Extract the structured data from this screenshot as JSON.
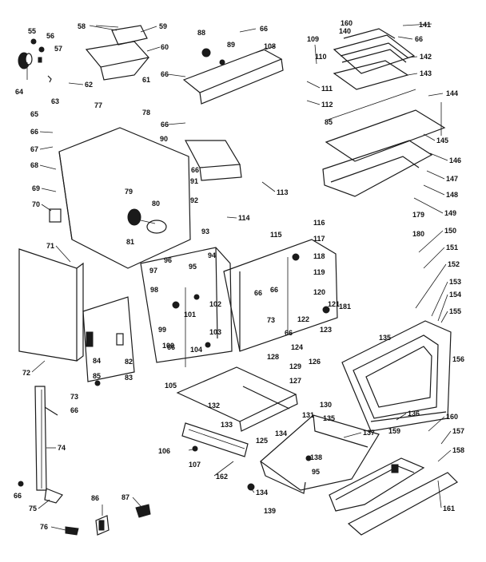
{
  "diagram": {
    "colors": {
      "ink": "#1a1a1a",
      "paper": "#ffffff"
    },
    "callouts": [
      {
        "id": "c55",
        "text": "55"
      },
      {
        "id": "c56",
        "text": "56"
      },
      {
        "id": "c57",
        "text": "57"
      },
      {
        "id": "c58",
        "text": "58"
      },
      {
        "id": "c59",
        "text": "59"
      },
      {
        "id": "c60",
        "text": "60"
      },
      {
        "id": "c61",
        "text": "61"
      },
      {
        "id": "c62",
        "text": "62"
      },
      {
        "id": "c63",
        "text": "63"
      },
      {
        "id": "c64",
        "text": "64"
      },
      {
        "id": "c65",
        "text": "65"
      },
      {
        "id": "c66a",
        "text": "66"
      },
      {
        "id": "c66b",
        "text": "66"
      },
      {
        "id": "c66c",
        "text": "66"
      },
      {
        "id": "c66d",
        "text": "66"
      },
      {
        "id": "c66e",
        "text": "66"
      },
      {
        "id": "c66f",
        "text": "66"
      },
      {
        "id": "c66g",
        "text": "66"
      },
      {
        "id": "c66h",
        "text": "66"
      },
      {
        "id": "c66i",
        "text": "66"
      },
      {
        "id": "c66j",
        "text": "66"
      },
      {
        "id": "c66k",
        "text": "66"
      },
      {
        "id": "c66l",
        "text": "66"
      },
      {
        "id": "c67",
        "text": "67"
      },
      {
        "id": "c68",
        "text": "68"
      },
      {
        "id": "c69",
        "text": "69"
      },
      {
        "id": "c70",
        "text": "70"
      },
      {
        "id": "c71",
        "text": "71"
      },
      {
        "id": "c72",
        "text": "72"
      },
      {
        "id": "c73a",
        "text": "73"
      },
      {
        "id": "c73b",
        "text": "73"
      },
      {
        "id": "c74",
        "text": "74"
      },
      {
        "id": "c75",
        "text": "75"
      },
      {
        "id": "c76",
        "text": "76"
      },
      {
        "id": "c77",
        "text": "77"
      },
      {
        "id": "c78",
        "text": "78"
      },
      {
        "id": "c79",
        "text": "79"
      },
      {
        "id": "c80",
        "text": "80"
      },
      {
        "id": "c81",
        "text": "81"
      },
      {
        "id": "c82",
        "text": "82"
      },
      {
        "id": "c83",
        "text": "83"
      },
      {
        "id": "c84",
        "text": "84"
      },
      {
        "id": "c85a",
        "text": "85"
      },
      {
        "id": "c85b",
        "text": "85"
      },
      {
        "id": "c86",
        "text": "86"
      },
      {
        "id": "c87",
        "text": "87"
      },
      {
        "id": "c88",
        "text": "88"
      },
      {
        "id": "c89",
        "text": "89"
      },
      {
        "id": "c90",
        "text": "90"
      },
      {
        "id": "c91",
        "text": "91"
      },
      {
        "id": "c92",
        "text": "92"
      },
      {
        "id": "c93",
        "text": "93"
      },
      {
        "id": "c94",
        "text": "94"
      },
      {
        "id": "c95a",
        "text": "95"
      },
      {
        "id": "c95b",
        "text": "95"
      },
      {
        "id": "c96",
        "text": "96"
      },
      {
        "id": "c97",
        "text": "97"
      },
      {
        "id": "c98",
        "text": "98"
      },
      {
        "id": "c99",
        "text": "99"
      },
      {
        "id": "c100",
        "text": "100"
      },
      {
        "id": "c101",
        "text": "101"
      },
      {
        "id": "c102",
        "text": "102"
      },
      {
        "id": "c103",
        "text": "103"
      },
      {
        "id": "c104",
        "text": "104"
      },
      {
        "id": "c105",
        "text": "105"
      },
      {
        "id": "c106",
        "text": "106"
      },
      {
        "id": "c107",
        "text": "107"
      },
      {
        "id": "c108",
        "text": "108"
      },
      {
        "id": "c109",
        "text": "109"
      },
      {
        "id": "c110",
        "text": "110"
      },
      {
        "id": "c111",
        "text": "111"
      },
      {
        "id": "c112",
        "text": "112"
      },
      {
        "id": "c113",
        "text": "113"
      },
      {
        "id": "c114",
        "text": "114"
      },
      {
        "id": "c115",
        "text": "115"
      },
      {
        "id": "c116",
        "text": "116"
      },
      {
        "id": "c117",
        "text": "117"
      },
      {
        "id": "c118",
        "text": "118"
      },
      {
        "id": "c119",
        "text": "119"
      },
      {
        "id": "c120",
        "text": "120"
      },
      {
        "id": "c121",
        "text": "121"
      },
      {
        "id": "c122",
        "text": "122"
      },
      {
        "id": "c123",
        "text": "123"
      },
      {
        "id": "c124",
        "text": "124"
      },
      {
        "id": "c125",
        "text": "125"
      },
      {
        "id": "c126",
        "text": "126"
      },
      {
        "id": "c127",
        "text": "127"
      },
      {
        "id": "c128",
        "text": "128"
      },
      {
        "id": "c129",
        "text": "129"
      },
      {
        "id": "c130",
        "text": "130"
      },
      {
        "id": "c131",
        "text": "131"
      },
      {
        "id": "c132",
        "text": "132"
      },
      {
        "id": "c133",
        "text": "133"
      },
      {
        "id": "c134a",
        "text": "134"
      },
      {
        "id": "c134b",
        "text": "134"
      },
      {
        "id": "c135a",
        "text": "135"
      },
      {
        "id": "c135b",
        "text": "135"
      },
      {
        "id": "c136",
        "text": "136"
      },
      {
        "id": "c137",
        "text": "137"
      },
      {
        "id": "c138",
        "text": "138"
      },
      {
        "id": "c139",
        "text": "139"
      },
      {
        "id": "c140",
        "text": "140"
      },
      {
        "id": "c141",
        "text": "141"
      },
      {
        "id": "c142",
        "text": "142"
      },
      {
        "id": "c143",
        "text": "143"
      },
      {
        "id": "c144",
        "text": "144"
      },
      {
        "id": "c145",
        "text": "145"
      },
      {
        "id": "c146",
        "text": "146"
      },
      {
        "id": "c147",
        "text": "147"
      },
      {
        "id": "c148",
        "text": "148"
      },
      {
        "id": "c149",
        "text": "149"
      },
      {
        "id": "c150",
        "text": "150"
      },
      {
        "id": "c151",
        "text": "151"
      },
      {
        "id": "c152",
        "text": "152"
      },
      {
        "id": "c153",
        "text": "153"
      },
      {
        "id": "c154",
        "text": "154"
      },
      {
        "id": "c155",
        "text": "155"
      },
      {
        "id": "c156",
        "text": "156"
      },
      {
        "id": "c157",
        "text": "157"
      },
      {
        "id": "c158",
        "text": "158"
      },
      {
        "id": "c159",
        "text": "159"
      },
      {
        "id": "c160a",
        "text": "160"
      },
      {
        "id": "c160b",
        "text": "160"
      },
      {
        "id": "c161",
        "text": "161"
      },
      {
        "id": "c162",
        "text": "162"
      },
      {
        "id": "c179",
        "text": "179"
      },
      {
        "id": "c180",
        "text": "180"
      },
      {
        "id": "c181",
        "text": "181"
      }
    ]
  }
}
